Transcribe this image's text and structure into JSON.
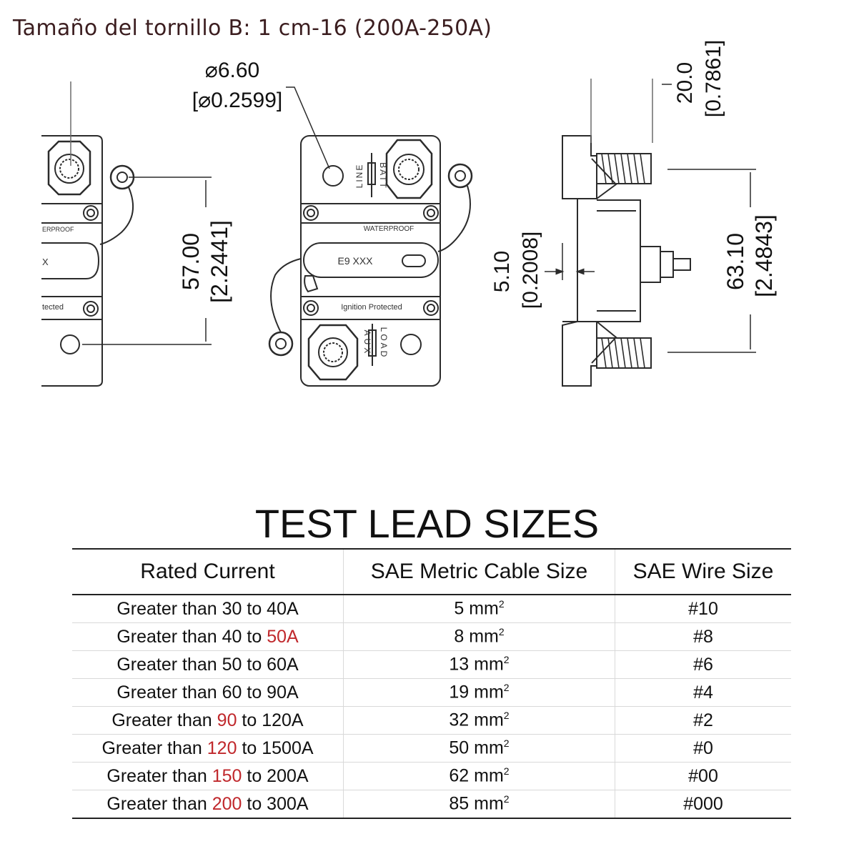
{
  "header": {
    "note": "Tamaño del tornillo B: 1 cm-16 (200A-250A)"
  },
  "drawing": {
    "hole_diameter_mm": "⌀6.60",
    "hole_diameter_in": "[⌀0.2599]",
    "height_mm": "57.00",
    "height_in": "[2.2441]",
    "thickness_mm": "5.10",
    "thickness_in": "[0.2008]",
    "stud_mm": "20.0",
    "stud_in": "[0.7861]",
    "spacing_mm": "63.10",
    "spacing_in": "[2.4843]",
    "label_waterproof": "WATERPROOF",
    "label_waterproof_left": "ERPROOF",
    "label_model": "E9 XXX",
    "label_model_left": "X",
    "label_ignition": "Ignition Protected",
    "label_ignition_left": "tected",
    "label_batt": "BATT",
    "label_line": "LINE",
    "label_aux": "AUX",
    "label_load": "LOAD"
  },
  "table": {
    "title": "TEST LEAD SIZES",
    "headers": [
      "Rated Current",
      "SAE Metric Cable Size",
      "SAE Wire Size"
    ],
    "rows": [
      {
        "pre": "Greater than 30 to 40A",
        "low": "",
        "mid": "",
        "high": "",
        "metric": "5 mm",
        "awg": "#10"
      },
      {
        "pre": "Greater than 40 to ",
        "low": "",
        "mid": "",
        "high": "50A",
        "metric": "8 mm",
        "awg": "#8"
      },
      {
        "pre": "Greater than 50 to 60A",
        "low": "",
        "mid": "",
        "high": "",
        "metric": "13 mm",
        "awg": "#6"
      },
      {
        "pre": "Greater than 60 to 90A",
        "low": "",
        "mid": "",
        "high": "",
        "metric": "19 mm",
        "awg": "#4"
      },
      {
        "pre": "Greater than ",
        "low": "90",
        "mid": " to 120A",
        "high": "",
        "metric": "32 mm",
        "awg": "#2"
      },
      {
        "pre": "Greater than ",
        "low": "120",
        "mid": " to 1500A",
        "high": "",
        "metric": "50 mm",
        "awg": "#0"
      },
      {
        "pre": "Greater than ",
        "low": "150",
        "mid": " to 200A",
        "high": "",
        "metric": "62 mm",
        "awg": "#00"
      },
      {
        "pre": "Greater than ",
        "low": "200",
        "mid": " to 300A",
        "high": "",
        "metric": "85 mm",
        "awg": "#000"
      }
    ],
    "sup": "2"
  },
  "colors": {
    "accent_red": "#c0282c",
    "line": "#2b2b2b",
    "header_text": "#3b1d1f"
  }
}
